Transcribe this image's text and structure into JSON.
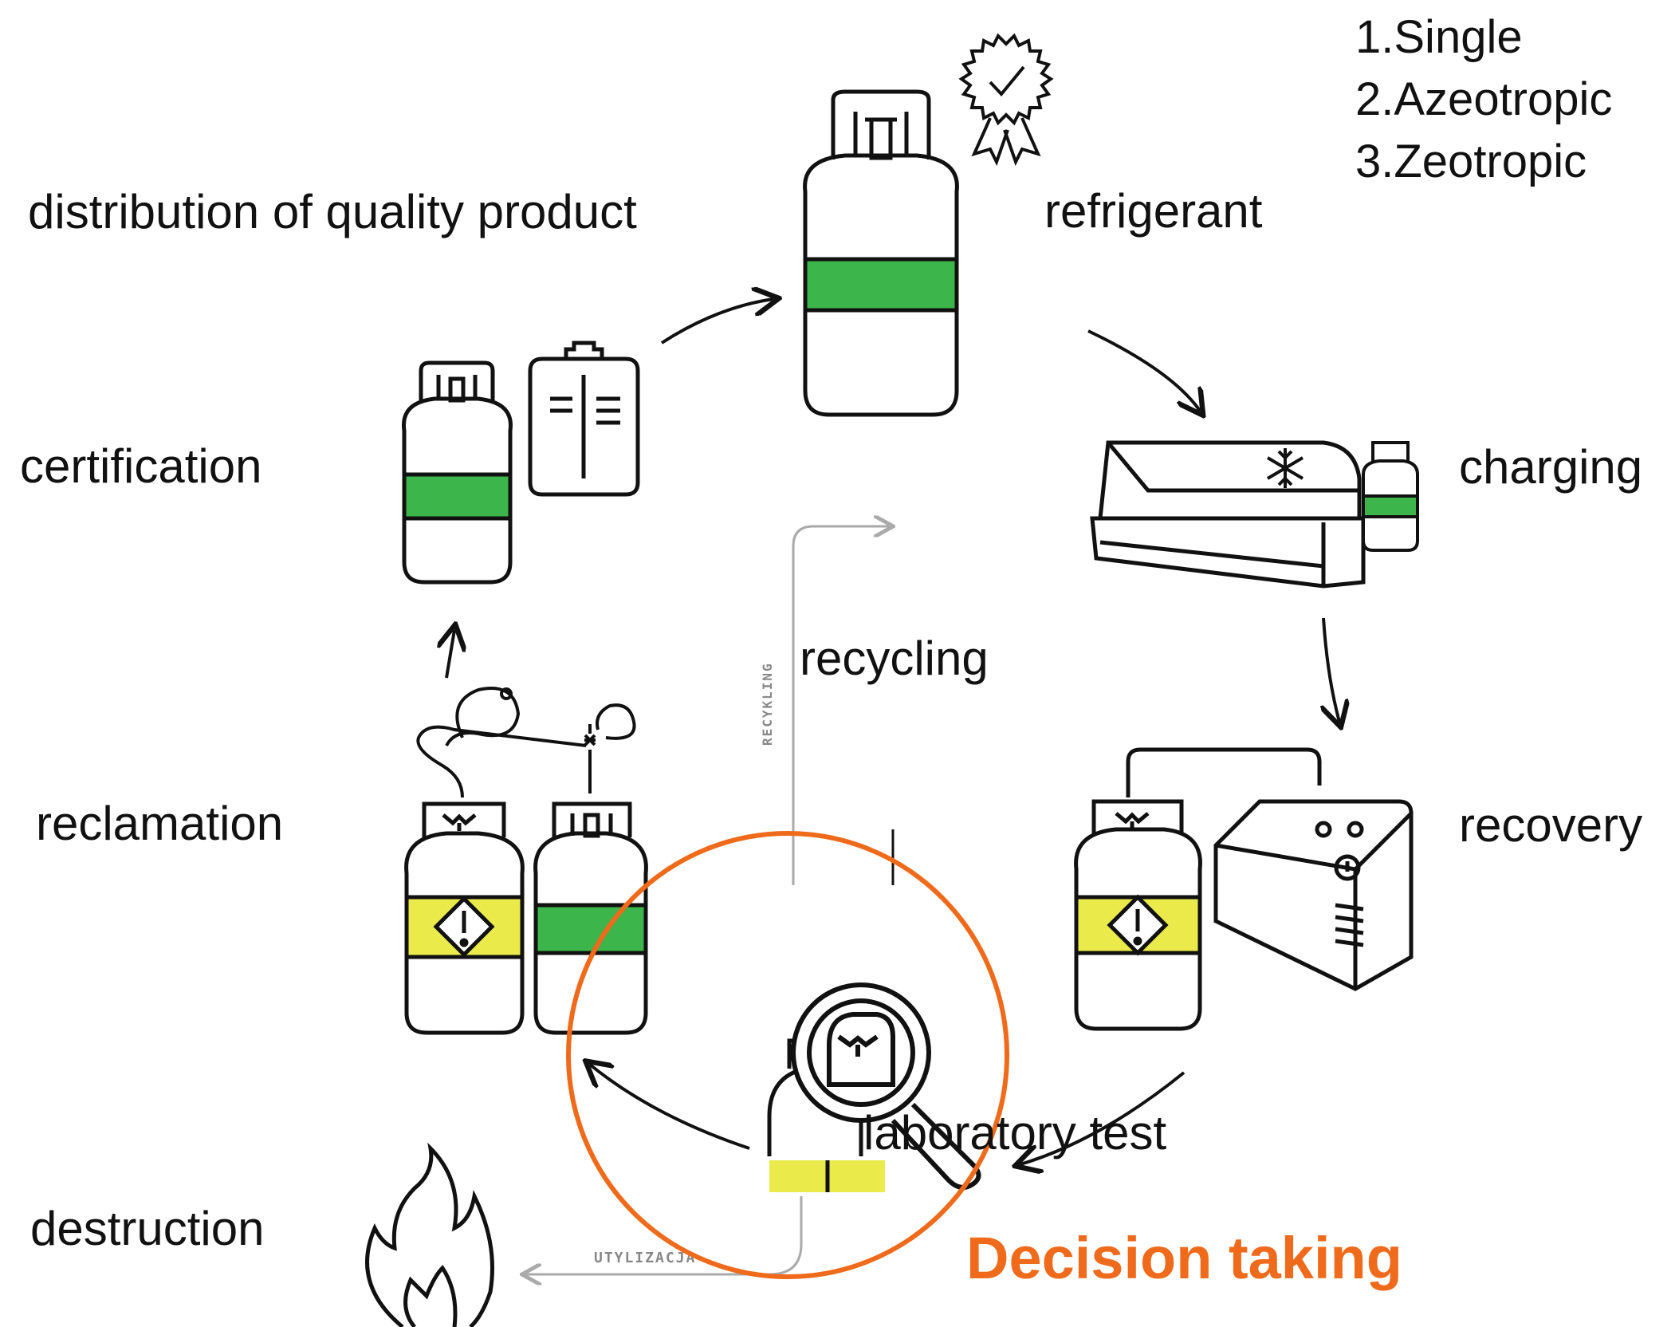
{
  "labels": {
    "refrigerant": "refrigerant",
    "charging": "charging",
    "recovery": "recovery",
    "laboratory_test": "laboratory test",
    "reclamation": "reclamation",
    "certification": "certification",
    "distribution": "distribution of quality product",
    "recycling": "recycling",
    "destruction": "destruction"
  },
  "types": [
    "1.Single",
    "2.Azeotropic",
    "3.Zeotropic"
  ],
  "decision": "Decision taking",
  "small_labels": {
    "recykling": "RECYKLING",
    "utylizacja": "UTYLIZACJA"
  },
  "colors": {
    "green_band": "#3cb54a",
    "yellow_band": "#eaea4a",
    "highlight_circle": "#ef6a1a",
    "line": "#111111",
    "grey_path": "#aaaaaa"
  },
  "icons": [
    "certified-refrigerant-cylinder-icon",
    "rosette-badge-icon",
    "display-freezer-icon",
    "snowflake-icon",
    "recovery-unit-icon",
    "hazard-cylinder-icon",
    "magnifier-icon",
    "clipboard-icon",
    "fire-icon",
    "recycle-cylinder-icon"
  ]
}
